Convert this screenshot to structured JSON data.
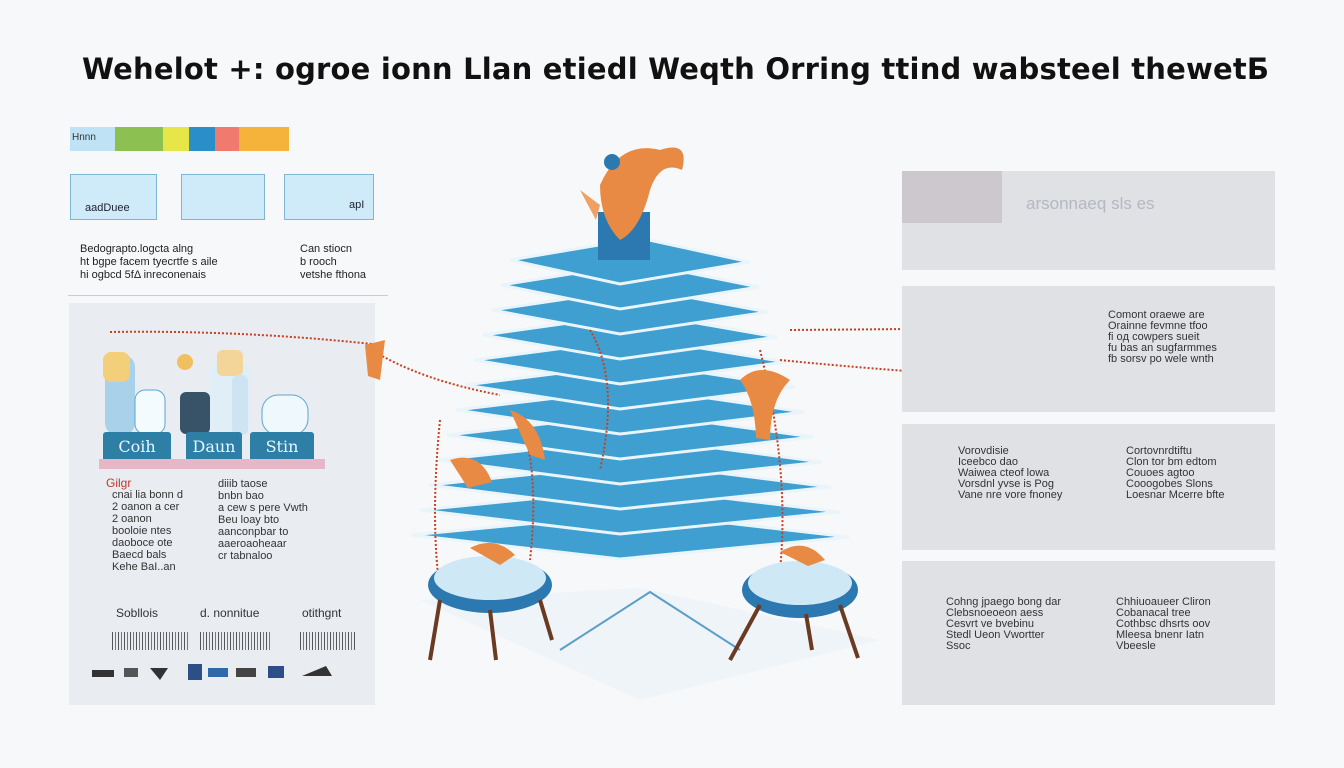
{
  "title": "Wehelot +: ogroe ionn Llan etiedl  Weqth Orring ttind wabsteel thewetБ",
  "legend": {
    "label": "Hnnn",
    "colors": [
      "#8cc152",
      "#e6e649",
      "#2a8fc9",
      "#f07a6e",
      "#f5b33c"
    ]
  },
  "top_boxes": [
    {
      "label": "aadDuee"
    },
    {
      "label": ""
    },
    {
      "label": "apI"
    }
  ],
  "notes_left": "Bedograpto.logcta alng\nht bgpe facem tyecrtfe s aile\nhi ogbcd 5fΔ inreconenais",
  "notes_right": "Can stiocn\nb rooch\nvetshe fthona",
  "left_panel": {
    "pods": [
      "Coih",
      "Daun",
      "Stin"
    ],
    "block1_head": "Gilgr",
    "block1_col1": "cnai lia bonn d\n2 oanon a cer\n2 oanon\nbooloie ntes\ndaoboce ote\nBaecd bals\nKehe BaI..an",
    "block1_col2": "diiib taose\nbnbn bao\na cew s pere Vwth\nBeu loay bto\naanconpbar to\naaeroaoheaar\ncr tabnaloo",
    "block2_cols": [
      "Sobllois",
      "d. nonnitue",
      "otithgnt"
    ],
    "colors": {
      "pod": "#2d7fa6",
      "accent": "#e8b7c7"
    }
  },
  "right_panels": [
    {
      "header": "arsonnaeq sls es",
      "text": ""
    },
    {
      "header": "",
      "text": "Comont oraewe are\nOrainne fevmne tfoo\nfi oд cowpers sueit\nfu bas an sugfarmmes\nfb sorsv po wele wnth"
    },
    {
      "header": "",
      "text_a": "Vorovdisie\nIceebco dao\nWaiwea cteof lowa\nVorsdnl yvse is Pog\nVane nre vore fnoney",
      "text_b": "Cortovnrdtiftu\nClon tor bm edtom\nCouoes agtoo\nCooogobes Slons\nLoesnar Mcerre bfte"
    },
    {
      "header": "",
      "text_a": "Cohng jpaego bong dar\nClebsnoeoeon aess\nCesvrt ve bvebinu\nStedl Ueon Vwortter\nSsoc",
      "text_b": "Chhiuoaueer Cliron\nCobanacal tree\nCothbsc dhsrts oov\nMleesa bnenr Iatn\nVbeesle"
    }
  ],
  "diagram": {
    "layers": 12,
    "colors": {
      "layer_top": "#3f9fd0",
      "layer_side": "#e9f5fb",
      "thread": "#c8401e",
      "figure": "#e98a44"
    }
  }
}
